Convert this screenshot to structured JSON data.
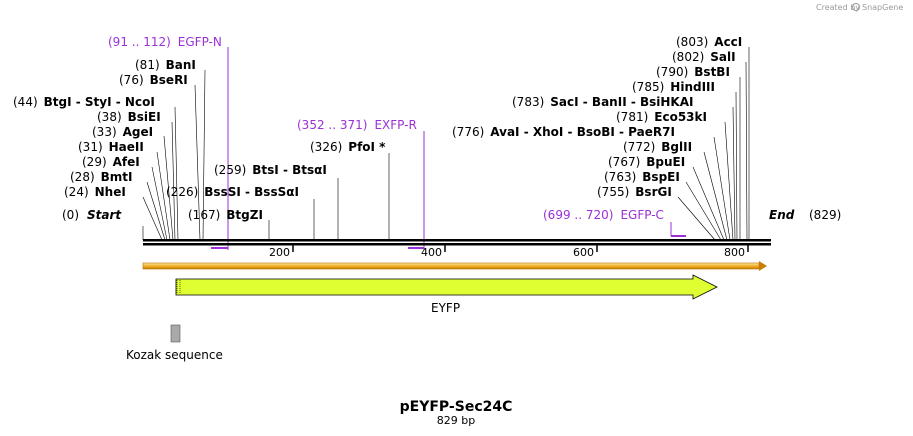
{
  "watermark": {
    "prefix": "Created by",
    "brand": "SnapGene"
  },
  "map": {
    "start_label": "Start",
    "start_pos": "(0)",
    "end_label": "End",
    "end_pos": "(829)",
    "ticks": [
      "200",
      "400",
      "600",
      "800"
    ],
    "title": "pEYFP-Sec24C",
    "length": "829 bp"
  },
  "primers": [
    {
      "pos": "(91 .. 112)",
      "name": "EGFP-N"
    },
    {
      "pos": "(352 .. 371)",
      "name": "EXFP-R"
    },
    {
      "pos": "(699 .. 720)",
      "name": "EGFP-C"
    }
  ],
  "sites_left": [
    {
      "pos": "(81)",
      "name": "BanI"
    },
    {
      "pos": "(76)",
      "name": "BseRI"
    },
    {
      "pos": "(44)",
      "name": "BtgI - StyI - NcoI"
    },
    {
      "pos": "(38)",
      "name": "BsiEI"
    },
    {
      "pos": "(33)",
      "name": "AgeI"
    },
    {
      "pos": "(31)",
      "name": "HaeII"
    },
    {
      "pos": "(29)",
      "name": "AfeI"
    },
    {
      "pos": "(28)",
      "name": "BmtI"
    },
    {
      "pos": "(24)",
      "name": "NheI"
    }
  ],
  "sites_mid": [
    {
      "pos": "(259)",
      "name": "BtsI - BtsαI"
    },
    {
      "pos": "(226)",
      "name": "BssSI - BssSαI"
    },
    {
      "pos": "(167)",
      "name": "BtgZI"
    },
    {
      "pos": "(326)",
      "name": "PfoI *"
    }
  ],
  "sites_right": [
    {
      "pos": "(803)",
      "name": "AccI"
    },
    {
      "pos": "(802)",
      "name": "SalI"
    },
    {
      "pos": "(790)",
      "name": "BstBI"
    },
    {
      "pos": "(785)",
      "name": "HindIII"
    },
    {
      "pos": "(783)",
      "name": "SacI - BanII - BsiHKAI"
    },
    {
      "pos": "(781)",
      "name": "Eco53kI"
    },
    {
      "pos": "(776)",
      "name": "AvaI - XhoI - BsoBI - PaeR7I"
    },
    {
      "pos": "(772)",
      "name": "BglII"
    },
    {
      "pos": "(767)",
      "name": "BpuEI"
    },
    {
      "pos": "(763)",
      "name": "BspEI"
    },
    {
      "pos": "(755)",
      "name": "BsrGI"
    }
  ],
  "features": [
    {
      "name": "EYFP",
      "color": "#dfff33"
    },
    {
      "name": "Kozak sequence",
      "color": "#a9a9a9"
    }
  ],
  "colors": {
    "primer": "#9b30d6",
    "backbone_arrow": "#e8a000",
    "feature_fill": "#dfff33"
  }
}
